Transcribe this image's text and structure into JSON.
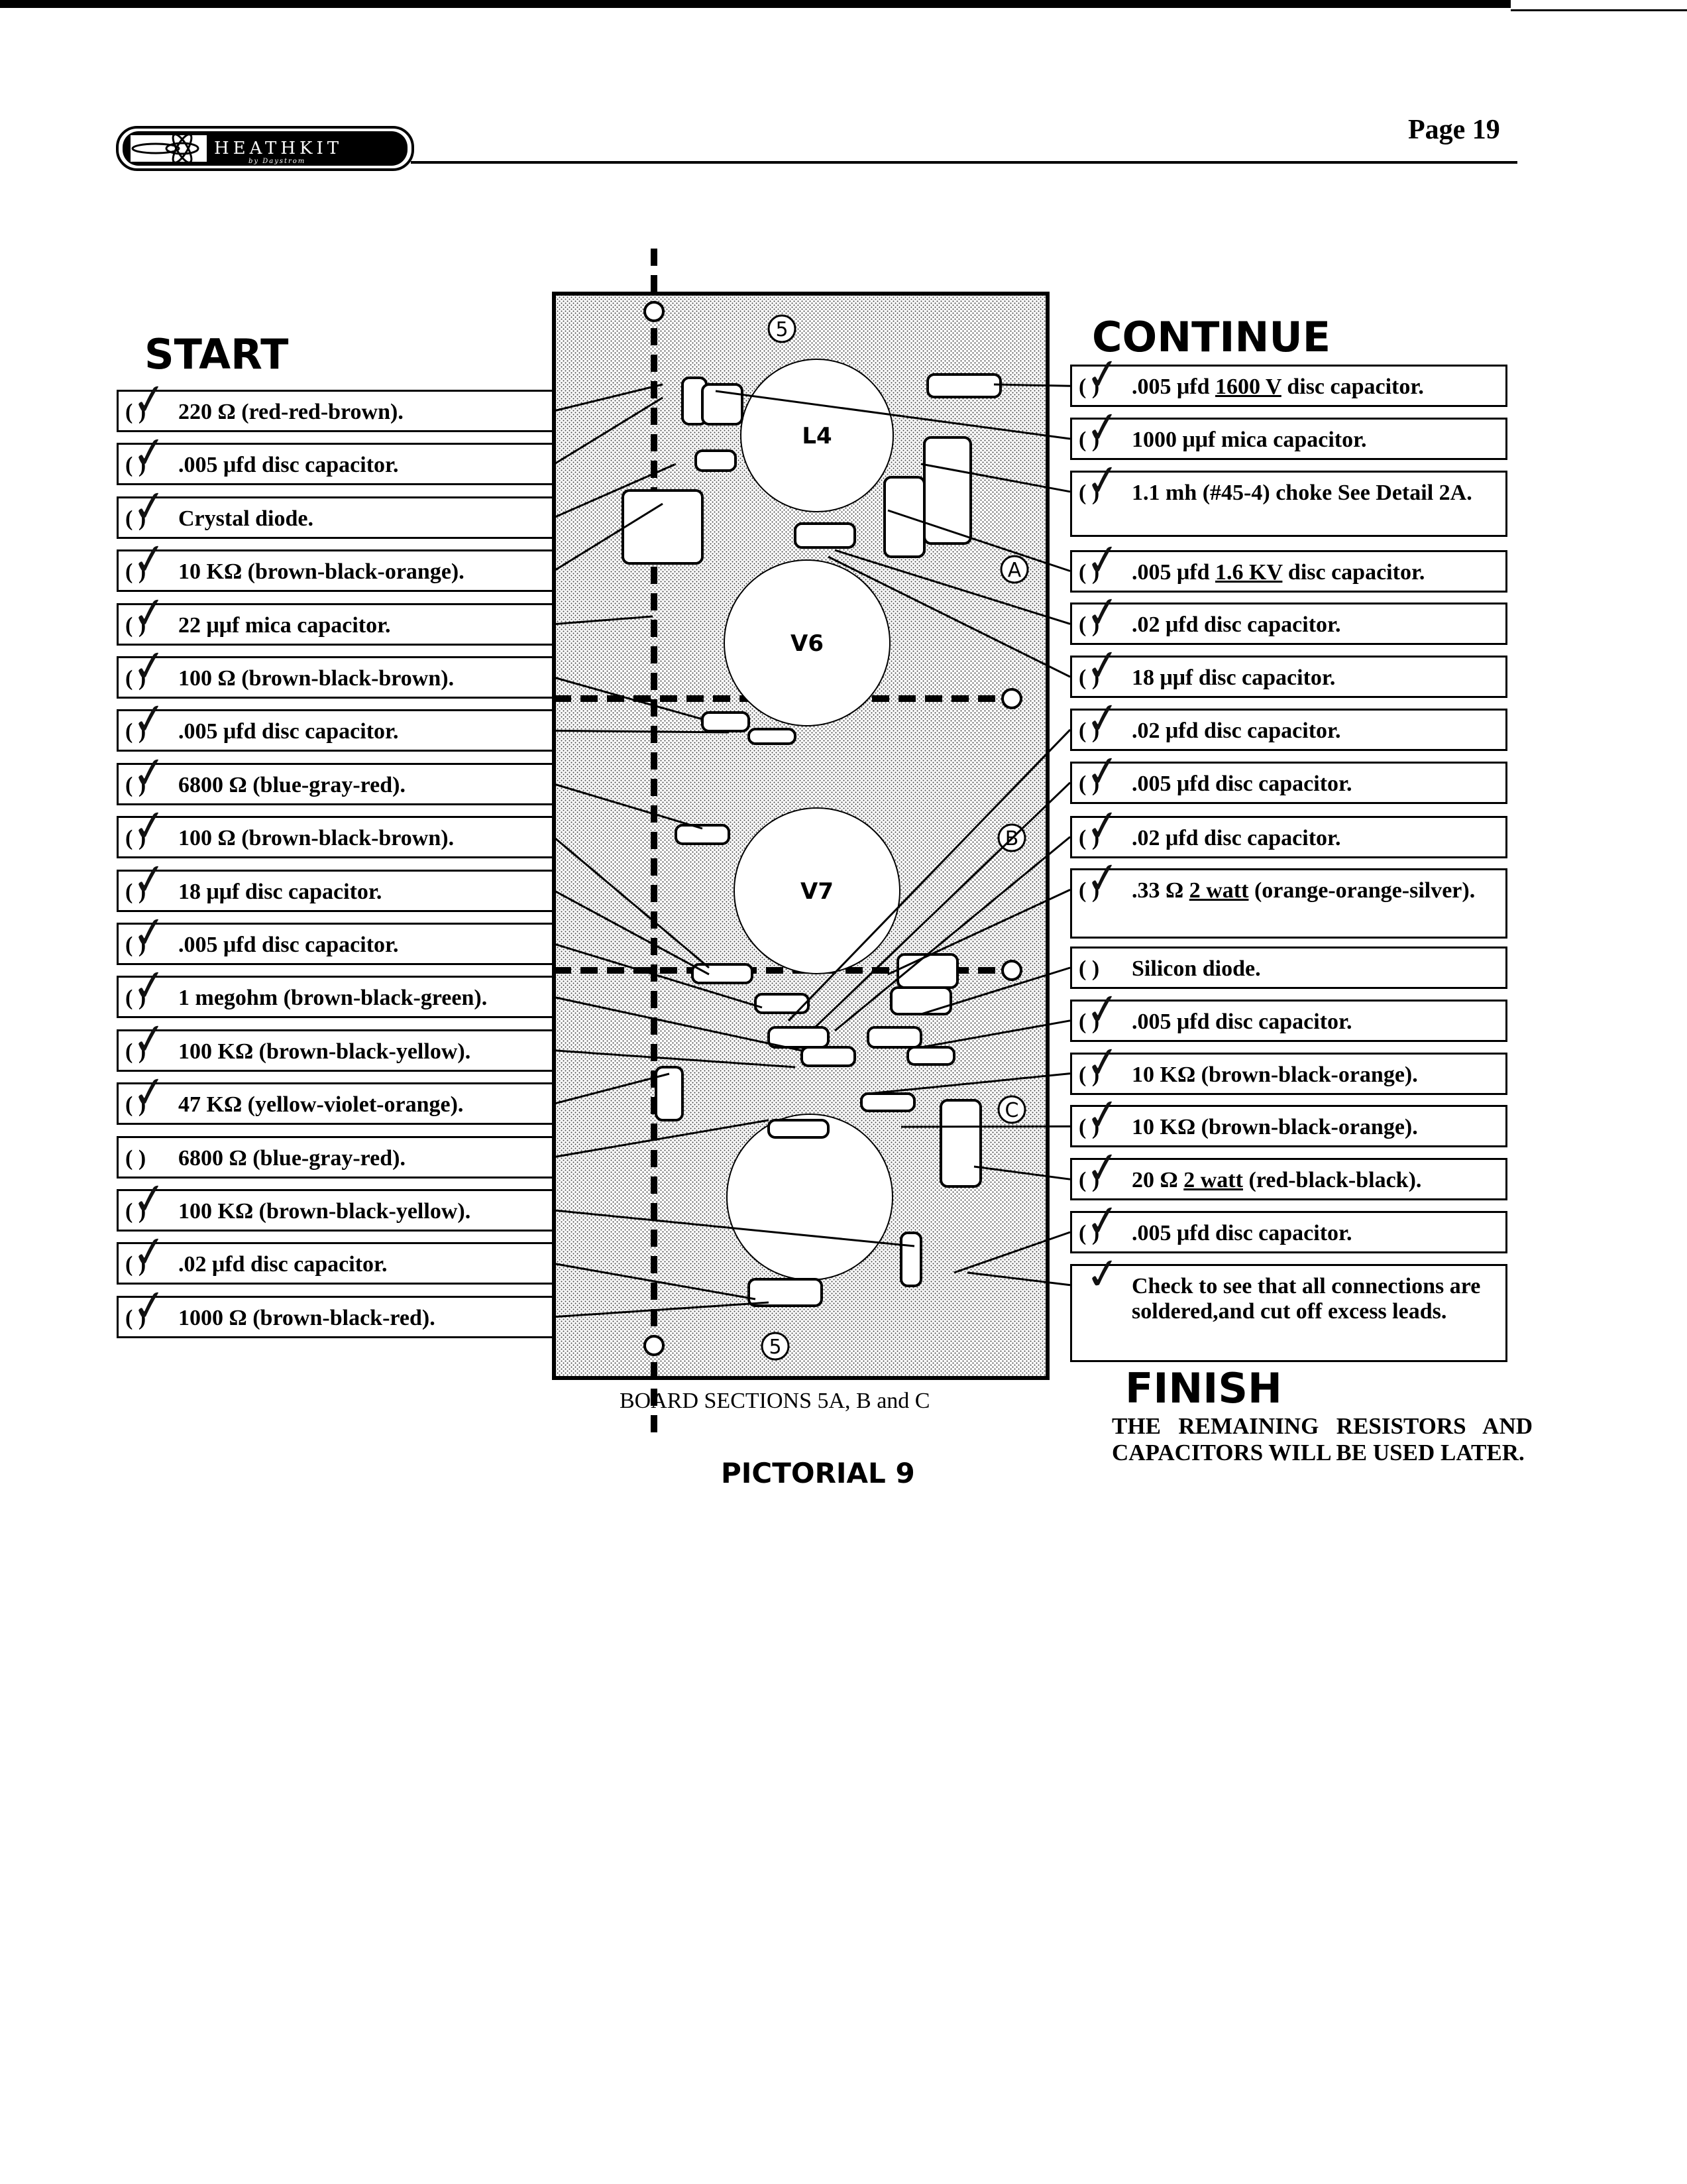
{
  "header": {
    "page": "Page 19",
    "logo_text": "HEATHKIT",
    "logo_sub": "by Daystrom"
  },
  "start_label": "START",
  "continue_label": "CONTINUE",
  "finish": {
    "label": "FINISH",
    "note": "THE REMAINING RESISTORS AND CAPACITORS WILL BE USED LATER."
  },
  "diagram": {
    "caption": "BOARD SECTIONS 5A, B and C",
    "title": "PICTORIAL 9",
    "tube_labels": [
      "L4",
      "V6",
      "V7"
    ],
    "point_labels": [
      "5",
      "A",
      "B",
      "C",
      "5"
    ]
  },
  "left_steps": [
    {
      "checked": true,
      "pre": "220 Ω (red-red-brown).",
      "u": "",
      "post": ""
    },
    {
      "checked": true,
      "pre": ".005 μfd disc capacitor.",
      "u": "",
      "post": ""
    },
    {
      "checked": true,
      "pre": "Crystal diode.",
      "u": "",
      "post": ""
    },
    {
      "checked": true,
      "pre": "10  KΩ  (brown-black-orange).",
      "u": "",
      "post": ""
    },
    {
      "checked": true,
      "pre": "22 μμf mica capacitor.",
      "u": "",
      "post": ""
    },
    {
      "checked": true,
      "pre": "100 Ω (brown-black-brown).",
      "u": "",
      "post": ""
    },
    {
      "checked": true,
      "pre": ".005 μfd disc capacitor.",
      "u": "",
      "post": ""
    },
    {
      "checked": true,
      "pre": "6800 Ω (blue-gray-red).",
      "u": "",
      "post": ""
    },
    {
      "checked": true,
      "pre": "100 Ω (brown-black-brown).",
      "u": "",
      "post": ""
    },
    {
      "checked": true,
      "pre": "18 μμf disc capacitor.",
      "u": "",
      "post": ""
    },
    {
      "checked": true,
      "pre": ".005 μfd disc capacitor.",
      "u": "",
      "post": ""
    },
    {
      "checked": true,
      "pre": "1 megohm (brown-black-green).",
      "u": "",
      "post": ""
    },
    {
      "checked": true,
      "pre": "100  KΩ  (brown-black-yellow).",
      "u": "",
      "post": ""
    },
    {
      "checked": true,
      "pre": "47  KΩ  (yellow-violet-orange).",
      "u": "",
      "post": ""
    },
    {
      "checked": false,
      "pre": "6800 Ω (blue-gray-red).",
      "u": "",
      "post": ""
    },
    {
      "checked": true,
      "pre": "100 KΩ (brown-black-yellow).",
      "u": "",
      "post": ""
    },
    {
      "checked": true,
      "pre": ".02 μfd disc capacitor.",
      "u": "",
      "post": ""
    },
    {
      "checked": true,
      "pre": "1000 Ω (brown-black-red).",
      "u": "",
      "post": ""
    }
  ],
  "right_steps": [
    {
      "checked": true,
      "pre": ".005 μfd ",
      "u": "1600 V",
      "post": " disc capacitor."
    },
    {
      "checked": true,
      "pre": "1000 μμf mica capacitor.",
      "u": "",
      "post": ""
    },
    {
      "checked": true,
      "pre": "1.1 mh (#45-4) choke See Detail 2A.",
      "u": "",
      "post": ""
    },
    {
      "checked": true,
      "pre": ".005 μfd ",
      "u": "1.6 KV",
      "post": " disc capacitor."
    },
    {
      "checked": true,
      "pre": ".02 μfd disc capacitor.",
      "u": "",
      "post": ""
    },
    {
      "checked": true,
      "pre": "18 μμf disc capacitor.",
      "u": "",
      "post": ""
    },
    {
      "checked": true,
      "pre": ".02 μfd disc capacitor.",
      "u": "",
      "post": ""
    },
    {
      "checked": true,
      "pre": ".005 μfd disc capacitor.",
      "u": "",
      "post": ""
    },
    {
      "checked": true,
      "pre": ".02 μfd disc capacitor.",
      "u": "",
      "post": ""
    },
    {
      "checked": true,
      "pre": ".33  Ω  ",
      "u": "2 watt",
      "post": " (orange-orange-silver)."
    },
    {
      "checked": false,
      "pre": "Silicon diode.",
      "u": "",
      "post": ""
    },
    {
      "checked": true,
      "pre": ".005 μfd disc capacitor.",
      "u": "",
      "post": ""
    },
    {
      "checked": true,
      "pre": "10  KΩ  (brown-black-orange).",
      "u": "",
      "post": ""
    },
    {
      "checked": true,
      "pre": "10  KΩ  (brown-black-orange).",
      "u": "",
      "post": ""
    },
    {
      "checked": true,
      "pre": "20  Ω  ",
      "u": "2 watt",
      "post": " (red-black-black)."
    },
    {
      "checked": true,
      "pre": ".005 μfd disc capacitor.",
      "u": "",
      "post": ""
    },
    {
      "checked": true,
      "pre": "Check to see that all connections are soldered,and cut off excess leads.",
      "u": "",
      "post": "",
      "no_parens": true
    }
  ]
}
